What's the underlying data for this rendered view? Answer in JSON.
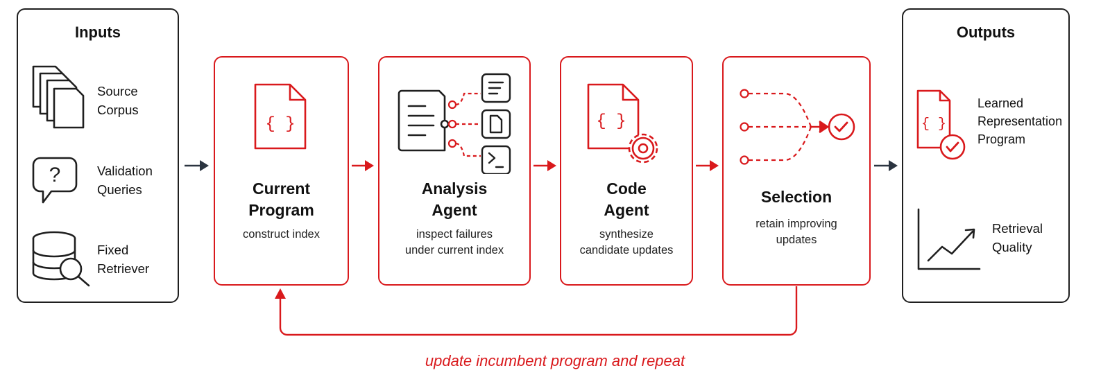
{
  "inputs": {
    "title": "Inputs",
    "items": [
      {
        "label_line1": "Source",
        "label_line2": "Corpus",
        "icon": "documents-stack-icon"
      },
      {
        "label_line1": "Validation",
        "label_line2": "Queries",
        "icon": "question-bubble-icon"
      },
      {
        "label_line1": "Fixed",
        "label_line2": "Retriever",
        "icon": "database-search-icon"
      }
    ]
  },
  "stages": [
    {
      "title_line1": "Current",
      "title_line2": "Program",
      "sub_line1": "construct index",
      "sub_line2": "",
      "icon": "code-file-icon"
    },
    {
      "title_line1": "Analysis",
      "title_line2": "Agent",
      "sub_line1": "inspect failures",
      "sub_line2": "under current index",
      "icon": "document-branch-icon"
    },
    {
      "title_line1": "Code",
      "title_line2": "Agent",
      "sub_line1": "synthesize",
      "sub_line2": "candidate updates",
      "icon": "code-gear-icon"
    },
    {
      "title_line1": "Selection",
      "title_line2": "",
      "sub_line1": "retain improving",
      "sub_line2": "updates",
      "icon": "merge-check-icon"
    }
  ],
  "outputs": {
    "title": "Outputs",
    "items": [
      {
        "label_line1": "Learned",
        "label_line2": "Representation",
        "label_line3": "Program",
        "icon": "code-file-check-icon"
      },
      {
        "label_line1": "Retrieval",
        "label_line2": "Quality",
        "icon": "trend-up-icon"
      }
    ]
  },
  "feedback": {
    "label": "update incumbent program and repeat"
  },
  "colors": {
    "accent": "#d9191c",
    "dark": "#1f1f1f",
    "arrow_dark": "#2b3440"
  }
}
